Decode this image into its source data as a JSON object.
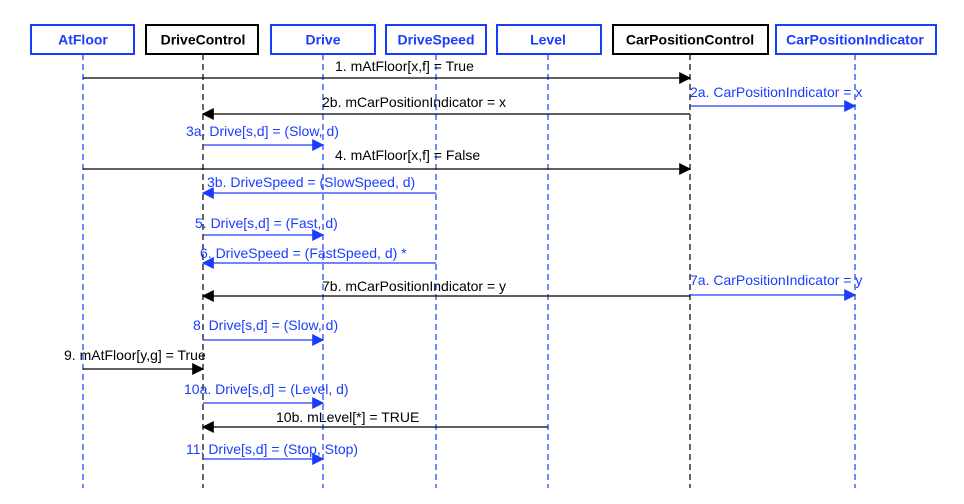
{
  "colors": {
    "black": "#000000",
    "blue": "#1a3cff"
  },
  "objects": [
    {
      "name": "AtFloor",
      "style": "blue"
    },
    {
      "name": "DriveControl",
      "style": "black"
    },
    {
      "name": "Drive",
      "style": "blue"
    },
    {
      "name": "DriveSpeed",
      "style": "blue"
    },
    {
      "name": "Level",
      "style": "blue"
    },
    {
      "name": "CarPositionControl",
      "style": "black"
    },
    {
      "name": "CarPositionIndicator",
      "style": "blue"
    }
  ],
  "messages": [
    {
      "label": "1. mAtFloor[x,f] = True",
      "from": "AtFloor",
      "to": "CarPositionControl",
      "color": "black"
    },
    {
      "label": "2a. CarPositionIndicator = x",
      "from": "CarPositionControl",
      "to": "CarPositionIndicator",
      "color": "blue"
    },
    {
      "label": "2b. mCarPositionIndicator = x",
      "from": "CarPositionControl",
      "to": "DriveControl",
      "color": "black"
    },
    {
      "label": "3a. Drive[s,d] = (Slow, d)",
      "from": "DriveControl",
      "to": "Drive",
      "color": "blue"
    },
    {
      "label": "4. mAtFloor[x,f] = False",
      "from": "AtFloor",
      "to": "CarPositionControl",
      "color": "black"
    },
    {
      "label": "3b. DriveSpeed = (SlowSpeed, d)",
      "from": "DriveSpeed",
      "to": "DriveControl",
      "color": "blue"
    },
    {
      "label": "5. Drive[s,d] = (Fast, d)",
      "from": "DriveControl",
      "to": "Drive",
      "color": "blue"
    },
    {
      "label": "6. DriveSpeed = (FastSpeed, d) *",
      "from": "DriveSpeed",
      "to": "DriveControl",
      "color": "blue"
    },
    {
      "label": "7a. CarPositionIndicator = y",
      "from": "CarPositionControl",
      "to": "CarPositionIndicator",
      "color": "blue"
    },
    {
      "label": "7b. mCarPositionIndicator = y",
      "from": "CarPositionControl",
      "to": "DriveControl",
      "color": "black"
    },
    {
      "label": "8. Drive[s,d] = (Slow, d)",
      "from": "DriveControl",
      "to": "Drive",
      "color": "blue"
    },
    {
      "label": "9. mAtFloor[y,g] = True",
      "from": "AtFloor",
      "to": "DriveControl",
      "color": "black"
    },
    {
      "label": "10a. Drive[s,d] = (Level, d)",
      "from": "DriveControl",
      "to": "Drive",
      "color": "blue"
    },
    {
      "label": "10b. mLevel[*] = TRUE",
      "from": "Level",
      "to": "DriveControl",
      "color": "black"
    },
    {
      "label": "11. Drive[s,d] = (Stop, Stop)",
      "from": "DriveControl",
      "to": "Drive",
      "color": "blue"
    }
  ]
}
